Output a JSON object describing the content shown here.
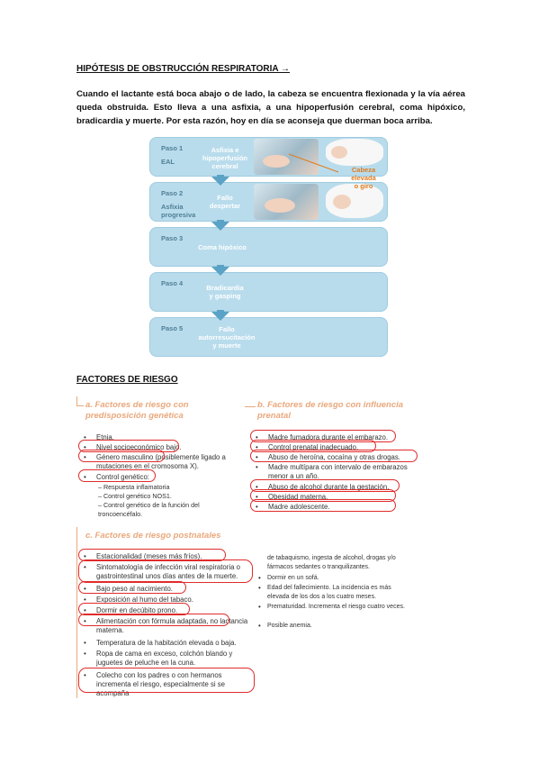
{
  "heading1": "HIPÓTESIS DE OBSTRUCCIÓN RESPIRATORIA →",
  "intro": "Cuando el lactante está boca abajo o de lado, la cabeza se encuentra flexionada y la vía aérea queda obstruida. Esto lleva a una asfixia, a una hipoperfusión cerebral, coma hipóxico, bradicardia y muerte. Por esta razón, hoy en día se aconseja que duerman boca arriba.",
  "flow": {
    "steps": [
      {
        "num": "Paso 1",
        "sub": "EAL",
        "label": "Asfixia e\nhipoperfusión\ncerebral"
      },
      {
        "num": "Paso 2",
        "sub": "Asfixia\nprogresiva",
        "label": "Fallo\ndespertar"
      },
      {
        "num": "Paso 3",
        "sub": "",
        "label": "Coma hipóxico"
      },
      {
        "num": "Paso 4",
        "sub": "",
        "label": "Bradicardia\ny gasping"
      },
      {
        "num": "Paso 5",
        "sub": "",
        "label": "Fallo\nautorresucitación\ny muerte"
      }
    ],
    "callout": "Cabeza elevada\no giro"
  },
  "heading2": "FACTORES DE RIESGO",
  "panel_a": {
    "title": "a. Factores de riesgo con predisposición genética",
    "items": [
      "Etnia.",
      "Nivel socioeconómico bajo.",
      "Género masculino (posiblemente ligado a mutaciones en el cromosoma X).",
      "Control genético:"
    ],
    "subitems": [
      "– Respuesta inflamatoria",
      "– Control genético NOS1.",
      "– Control genético de la función del troncoencéfalo."
    ]
  },
  "panel_b": {
    "title": "b. Factores de riesgo con influencia prenatal",
    "items": [
      "Madre fumadora durante el embarazo.",
      "Control prenatal inadecuado.",
      "Abuso de heroína, cocaína y otras drogas.",
      "Madre multípara con intervalo de embarazos menor a un año.",
      "Abuso de alcohol durante la gestación.",
      "Obesidad materna.",
      "Madre adolescente."
    ]
  },
  "panel_c": {
    "title": "c. Factores de riesgo postnatales",
    "items_left": [
      "Estacionalidad (meses más fríos).",
      "Sintomatología de infección viral respiratoria o gastrointestinal unos días antes de la muerte.",
      "Bajo peso al nacimiento.",
      "Exposición al humo del tabaco.",
      "Dormir en decúbito prono.",
      "Alimentación con fórmula adaptada, no lactancia materna.",
      "Temperatura de la habitación elevada o baja.",
      "Ropa de cama en exceso, colchón blando y juguetes de peluche en la cuna.",
      "Colecho con los padres o con hermanos incrementa el riesgo, especialmente si se acompaña"
    ],
    "cont_right": "de tabaquismo, ingesta de alcohol, drogas y/o fármacos sedantes o tranquilizantes.",
    "items_right": [
      "Dormir en un sofá.",
      "Edad del fallecimiento. La incidencia es más elevada de los dos a los cuatro meses.",
      "Prematuridad. Incrementa el riesgo cuatro veces.",
      "Posible anemia."
    ]
  },
  "colors": {
    "accent_orange": "#e9a87c",
    "ring_red": "#e02b2b",
    "flow_blue": "#b9dcec"
  }
}
